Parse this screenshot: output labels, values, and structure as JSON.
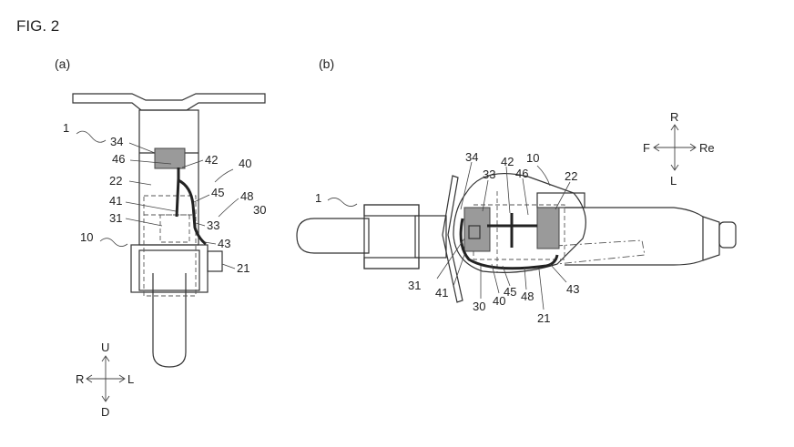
{
  "figure": {
    "title": "FIG. 2",
    "panel_a": {
      "label": "(a)",
      "refs": [
        "1",
        "34",
        "46",
        "42",
        "40",
        "22",
        "45",
        "48",
        "30",
        "41",
        "31",
        "33",
        "10",
        "43",
        "21"
      ],
      "directions": {
        "up": "U",
        "down": "D",
        "left_side": "R",
        "right_side": "L"
      }
    },
    "panel_b": {
      "label": "(b)",
      "refs": [
        "1",
        "34",
        "33",
        "42",
        "46",
        "10",
        "22",
        "31",
        "41",
        "30",
        "40",
        "45",
        "48",
        "43",
        "21"
      ],
      "directions": {
        "up": "R",
        "down": "L",
        "left_side": "F",
        "right_side": "Re"
      }
    }
  }
}
